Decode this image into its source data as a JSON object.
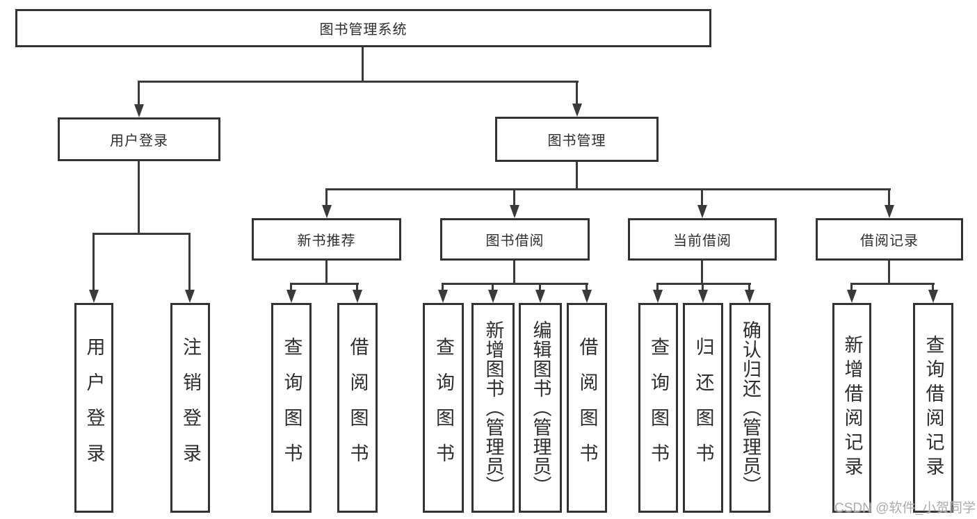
{
  "diagram": {
    "watermark": "CSDN @软件_小贺同学",
    "colors": {
      "border": "#333333",
      "line": "#3a3a3a",
      "text": "#2e2e2e",
      "watermark": "#a8a8a8"
    },
    "nodes": {
      "root": {
        "label": "图书管理系统"
      },
      "user_login": {
        "label": "用户登录"
      },
      "book_management": {
        "label": "图书管理"
      },
      "new_book_recommend": {
        "label": "新书推荐"
      },
      "book_borrowing": {
        "label": "图书借阅"
      },
      "current_borrowing": {
        "label": "当前借阅"
      },
      "borrowing_records": {
        "label": "借阅记录"
      },
      "leaf_user_login": {
        "label": "用户登录"
      },
      "leaf_logout": {
        "label": "注销登录"
      },
      "rec_query_books": {
        "label": "查询图书"
      },
      "rec_borrow_books": {
        "label": "借阅图书"
      },
      "bb_query_books": {
        "label": "查询图书"
      },
      "bb_add_books_admin": {
        "label": "新增图书（管理员）"
      },
      "bb_edit_books_admin": {
        "label": "编辑图书（管理员）"
      },
      "bb_borrow_books": {
        "label": "借阅图书"
      },
      "cb_query_books": {
        "label": "查询图书"
      },
      "cb_return_books": {
        "label": "归还图书"
      },
      "cb_confirm_return_admin": {
        "label": "确认归还（管理员）"
      },
      "br_add_record": {
        "label": "新增借阅记录"
      },
      "br_query_record": {
        "label": "查询借阅记录"
      }
    }
  }
}
